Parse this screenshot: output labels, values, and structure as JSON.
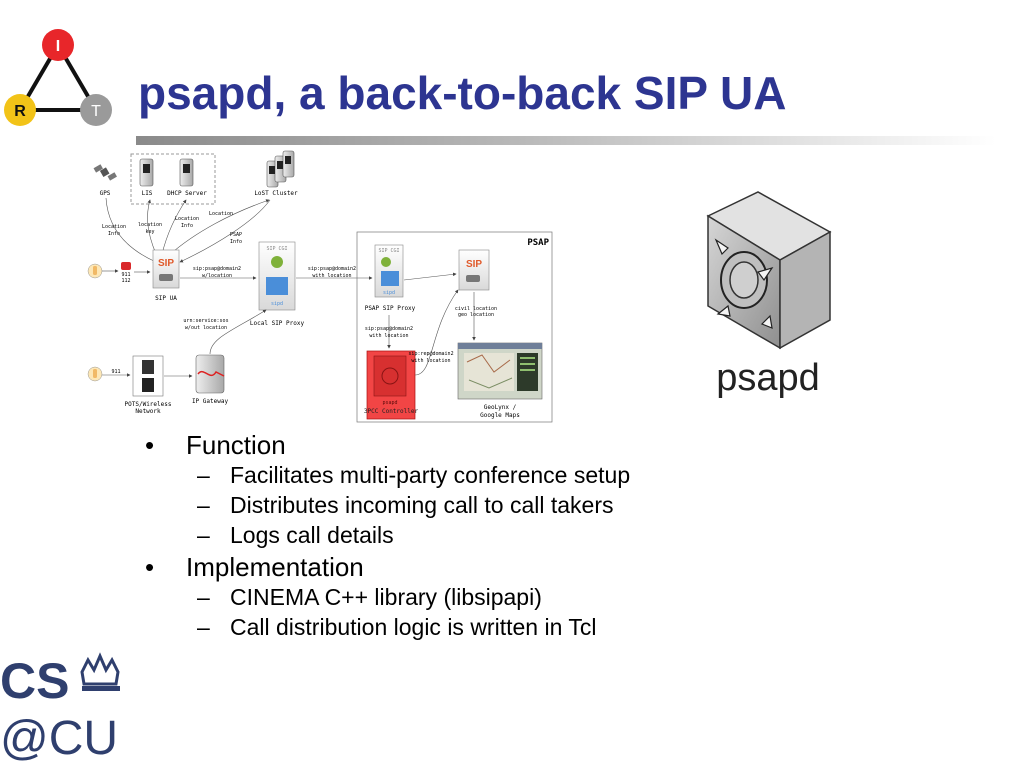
{
  "slide": {
    "title": "psapd, a back-to-back SIP UA",
    "bullets": [
      {
        "label": "Function",
        "sub": [
          "Facilitates multi-party conference setup",
          "Distributes incoming call to call takers",
          "Logs call details"
        ]
      },
      {
        "label": "Implementation",
        "sub": [
          "CINEMA C++ library (libsipapi)",
          "Call distribution logic is written in Tcl"
        ]
      }
    ],
    "bullet_mark": "•",
    "sub_mark": "–"
  },
  "logos": {
    "irt": {
      "top": "I",
      "left": "R",
      "right": "T"
    },
    "cs": {
      "line1": "CS",
      "line2": "@CU"
    },
    "psapd_text": "psapd"
  },
  "diagram": {
    "psap_label": "PSAP",
    "nodes": {
      "gps": "GPS",
      "lis": "LIS",
      "dhcp": "DHCP Server",
      "lost": "LoST Cluster",
      "sip_ua": "SIP UA",
      "local_proxy": "Local SIP Proxy",
      "psap_proxy": "PSAP SIP Proxy",
      "controller": "3PCC Controller",
      "controller_inner": "psapd",
      "geolynx_1": "GeoLynx /",
      "geolynx_2": "Google Maps",
      "pots_1": "POTS/Wireless",
      "pots_2": "Network",
      "ip_gateway": "IP Gateway",
      "sip_icon": "SIP",
      "sipd_label": "sipd",
      "sip_cgi": "SIP CGI"
    },
    "edges": {
      "location_info_1": "Location",
      "location_info_2": "Info",
      "location_key_1": "location",
      "location_key_2": "key",
      "location_info_b1": "Location",
      "location_info_b2": "Info",
      "location": "Location",
      "psap_info_1": "PSAP",
      "psap_info_2": "Info",
      "num_911": "911",
      "num_112": "112",
      "sip_psap_wloc_1": "sip:psap@domain2",
      "sip_psap_wloc_2": "w/location",
      "sip_psap_with_1": "sip:psap@domain2",
      "sip_psap_with_2": "with location",
      "urn_1": "urn:service:sos",
      "urn_2": "w/out location",
      "sip_psap_ctrl_1": "sip:psap@domain2",
      "sip_psap_ctrl_2": "with location",
      "sip_rep_1": "sip:rep@domain2",
      "sip_rep_2": "with location",
      "civil_1": "civil location",
      "civil_2": "geo location",
      "pots_911": "911"
    }
  }
}
